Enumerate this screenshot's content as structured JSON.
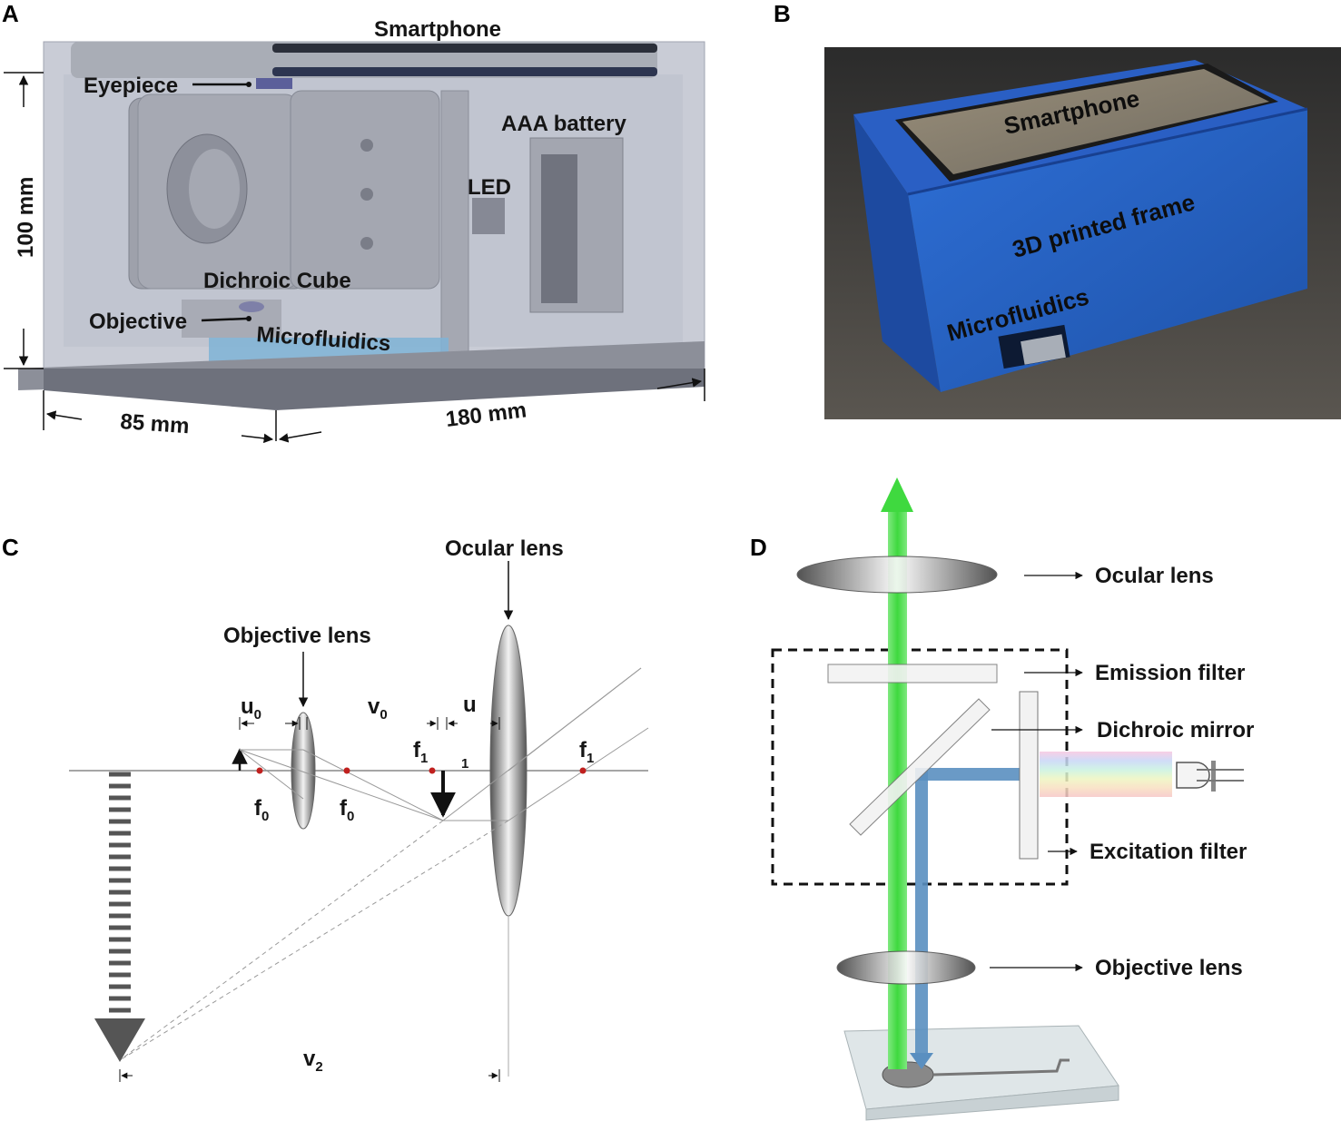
{
  "panels": {
    "A": {
      "letter": "A",
      "labels": {
        "smartphone": "Smartphone",
        "eyepiece": "Eyepiece",
        "aaa_battery": "AAA battery",
        "led": "LED",
        "dichroic_cube": "Dichroic Cube",
        "objective": "Objective",
        "microfluidics": "Microfluidics"
      },
      "dimensions": {
        "height": "100 mm",
        "depth": "85 mm",
        "width": "180 mm"
      }
    },
    "B": {
      "letter": "B",
      "labels": {
        "smartphone": "Smartphone",
        "frame": "3D printed frame",
        "microfluidics": "Microfluidics"
      }
    },
    "C": {
      "letter": "C",
      "labels": {
        "ocular_lens": "Ocular lens",
        "objective_lens": "Objective lens",
        "u0": "u",
        "u0_sub": "0",
        "v0": "v",
        "v0_sub": "0",
        "u1": "u",
        "u1_sub": "1",
        "f1_left": "f",
        "f1_left_sub": "1",
        "f1_right": "f",
        "f1_right_sub": "1",
        "f0_left": "f",
        "f0_left_sub": "0",
        "f0_right": "f",
        "f0_right_sub": "0",
        "v2": "v",
        "v2_sub": "2"
      }
    },
    "D": {
      "letter": "D",
      "labels": {
        "ocular_lens": "Ocular lens",
        "emission_filter": "Emission filter",
        "dichroic_mirror": "Dichroic mirror",
        "excitation_filter": "Excitation filter",
        "objective_lens": "Objective lens"
      },
      "colors": {
        "emission_beam": "#3fd93f",
        "excitation_beam": "#5a8fc0"
      }
    }
  }
}
